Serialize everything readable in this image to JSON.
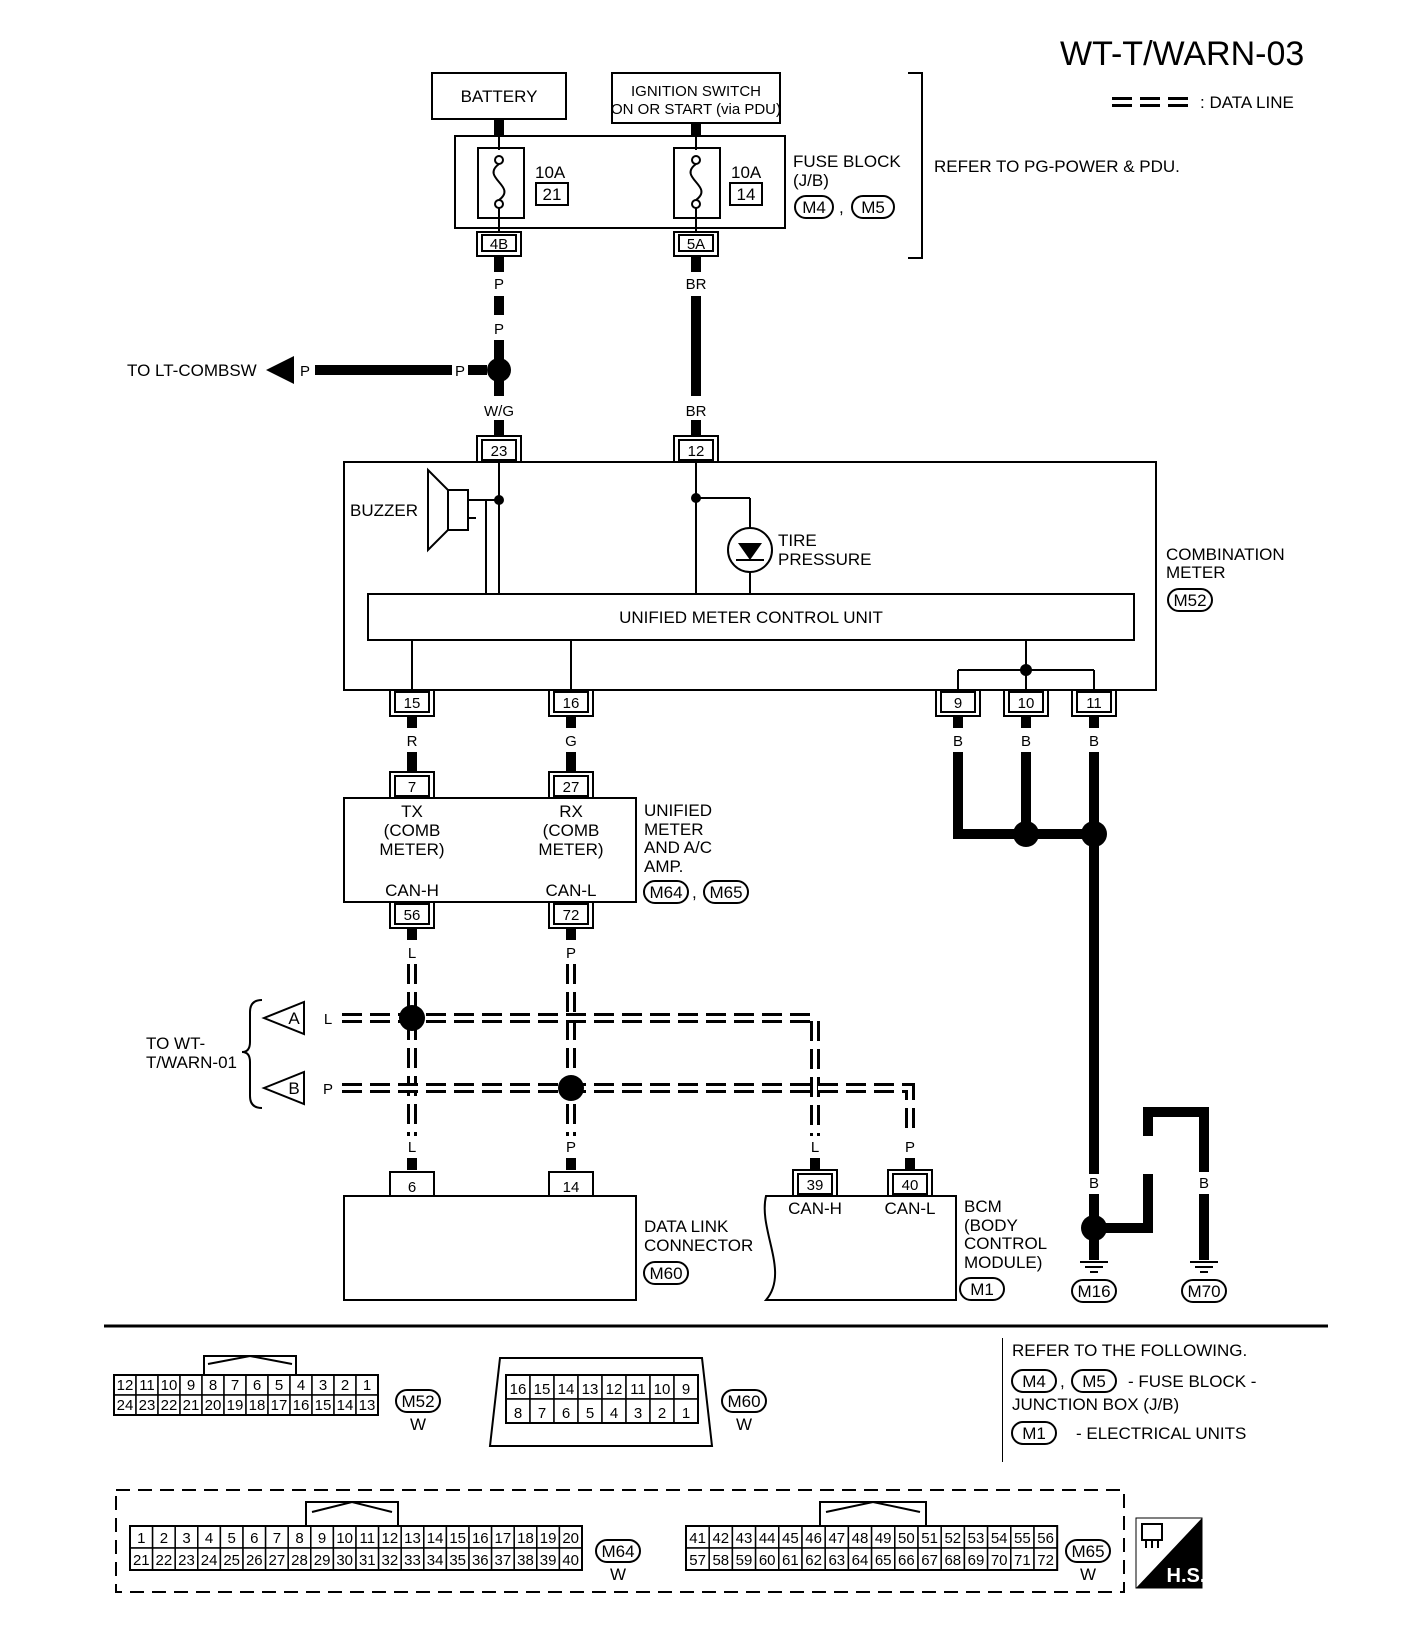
{
  "page_title": "WT-T/WARN-03",
  "legend": {
    "data_line_label": ": DATA LINE"
  },
  "battery": "BATTERY",
  "ignition": {
    "line1": "IGNITION SWITCH",
    "line2": "ON OR START (via PDU)"
  },
  "fuse_block": {
    "line1": "FUSE BLOCK",
    "line2": "(J/B)",
    "conn1": "M4",
    "conn2": "M5",
    "comma": ",",
    "refer": "REFER TO PG-POWER & PDU.",
    "fuse1_amp": "10A",
    "fuse1_no": "21",
    "fuse1_term": "4B",
    "fuse2_amp": "10A",
    "fuse2_no": "14",
    "fuse2_term": "5A"
  },
  "wires": {
    "p": "P",
    "br": "BR",
    "wg": "W/G",
    "r": "R",
    "g": "G",
    "b": "B",
    "l": "L"
  },
  "to_lt_combsw": "TO LT-COMBSW",
  "combination_meter": {
    "line1": "COMBINATION",
    "line2": "METER",
    "conn": "M52",
    "buzzer": "BUZZER",
    "tire1": "TIRE",
    "tire2": "PRESSURE",
    "control_unit": "UNIFIED METER CONTROL UNIT",
    "pins": {
      "p23": "23",
      "p12": "12",
      "p15": "15",
      "p16": "16",
      "p9": "9",
      "p10": "10",
      "p11": "11"
    }
  },
  "unified_amp": {
    "line1": "UNIFIED",
    "line2": "METER",
    "line3": "AND A/C",
    "line4": "AMP.",
    "conn1": "M64",
    "conn2": "M65",
    "tx": "TX",
    "tx2": "(COMB",
    "tx3": "METER)",
    "rx": "RX",
    "rx2": "(COMB",
    "rx3": "METER)",
    "canh": "CAN-H",
    "canl": "CAN-L",
    "pins": {
      "p7": "7",
      "p27": "27",
      "p56": "56",
      "p72": "72"
    }
  },
  "to_warn01": {
    "line1": "TO WT-",
    "line2": "T/WARN-01",
    "a": "A",
    "b": "B"
  },
  "dlc": {
    "line1": "DATA LINK",
    "line2": "CONNECTOR",
    "conn": "M60",
    "p6": "6",
    "p14": "14"
  },
  "bcm": {
    "line1": "BCM",
    "line2": "(BODY",
    "line3": "CONTROL",
    "line4": "MODULE)",
    "conn": "M1",
    "canh": "CAN-H",
    "canl": "CAN-L",
    "p39": "39",
    "p40": "40"
  },
  "grounds": {
    "g1": "M16",
    "g2": "M70"
  },
  "connectors": {
    "m52": {
      "id": "M52",
      "color": "W",
      "top": [
        "12",
        "11",
        "10",
        "9",
        "8",
        "7",
        "6",
        "5",
        "4",
        "3",
        "2",
        "1"
      ],
      "bottom": [
        "24",
        "23",
        "22",
        "21",
        "20",
        "19",
        "18",
        "17",
        "16",
        "15",
        "14",
        "13"
      ]
    },
    "m60": {
      "id": "M60",
      "color": "W",
      "top": [
        "16",
        "15",
        "14",
        "13",
        "12",
        "11",
        "10",
        "9"
      ],
      "bottom": [
        "8",
        "7",
        "6",
        "5",
        "4",
        "3",
        "2",
        "1"
      ]
    },
    "m64": {
      "id": "M64",
      "color": "W",
      "top": [
        "1",
        "2",
        "3",
        "4",
        "5",
        "6",
        "7",
        "8",
        "9",
        "10",
        "11",
        "12",
        "13",
        "14",
        "15",
        "16",
        "17",
        "18",
        "19",
        "20"
      ],
      "bottom": [
        "21",
        "22",
        "23",
        "24",
        "25",
        "26",
        "27",
        "28",
        "29",
        "30",
        "31",
        "32",
        "33",
        "34",
        "35",
        "36",
        "37",
        "38",
        "39",
        "40"
      ]
    },
    "m65": {
      "id": "M65",
      "color": "W",
      "top": [
        "41",
        "42",
        "43",
        "44",
        "45",
        "46",
        "47",
        "48",
        "49",
        "50",
        "51",
        "52",
        "53",
        "54",
        "55",
        "56"
      ],
      "bottom": [
        "57",
        "58",
        "59",
        "60",
        "61",
        "62",
        "63",
        "64",
        "65",
        "66",
        "67",
        "68",
        "69",
        "70",
        "71",
        "72"
      ]
    }
  },
  "refer_box": {
    "title": "REFER TO THE FOLLOWING.",
    "m4": "M4",
    "m5": "M5",
    "comma": ",",
    "fuse_line1": "- FUSE BLOCK -",
    "fuse_line2": "JUNCTION BOX (J/B)",
    "m1": "M1",
    "elec": "- ELECTRICAL UNITS"
  },
  "hs_badge": "H.S."
}
